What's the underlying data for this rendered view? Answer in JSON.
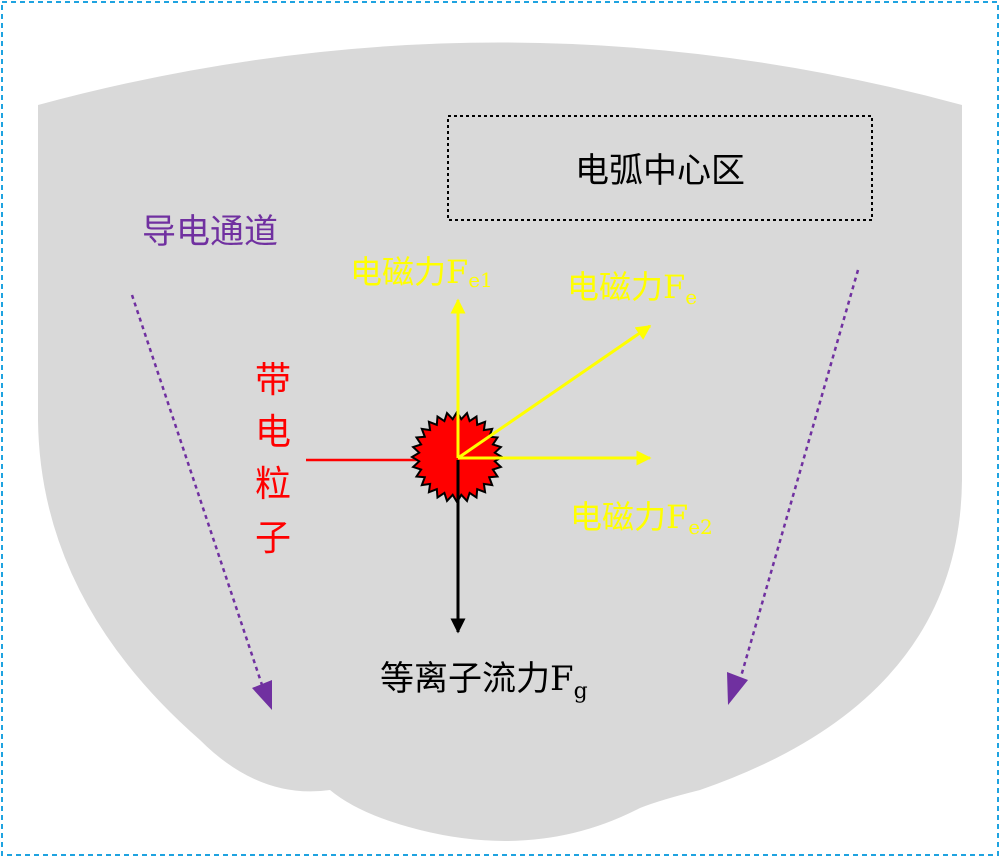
{
  "region_label": "电弧中心区",
  "channel_label": "导电通道",
  "particle_label": [
    "带",
    "电",
    "粒",
    "子"
  ],
  "forces": {
    "fe1": {
      "prefix": "电磁力",
      "base": "F",
      "sub": "e1"
    },
    "fe": {
      "prefix": "电磁力",
      "base": "F",
      "sub": "e"
    },
    "fe2": {
      "prefix": "电磁力",
      "base": "F",
      "sub": "e2"
    },
    "fg": {
      "prefix": "等离子流力",
      "base": "F",
      "sub": "g"
    }
  },
  "colors": {
    "background_frame": "#1fa3e0",
    "arc_body": "#d9d9d9",
    "electromagnetic_force": "#ffff00",
    "plasma_force": "#000000",
    "particle": "#ff0000",
    "channel_arrow": "#7030a0",
    "particle_label": "#ff0000"
  }
}
